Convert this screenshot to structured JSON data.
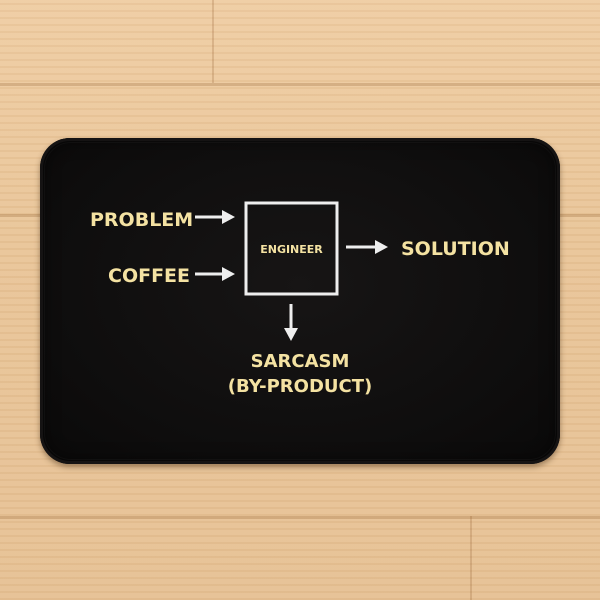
{
  "diagram": {
    "inputs": [
      "PROBLEM",
      "COFFEE"
    ],
    "process": "ENGINEER",
    "output": "SOLUTION",
    "byproduct_line1": "SARCASM",
    "byproduct_line2": "(BY-PRODUCT)"
  },
  "colors": {
    "mat": "#0e0d0d",
    "text": "#f4e2a2",
    "lines": "#eeeeee",
    "floor": "#ebc89c"
  }
}
